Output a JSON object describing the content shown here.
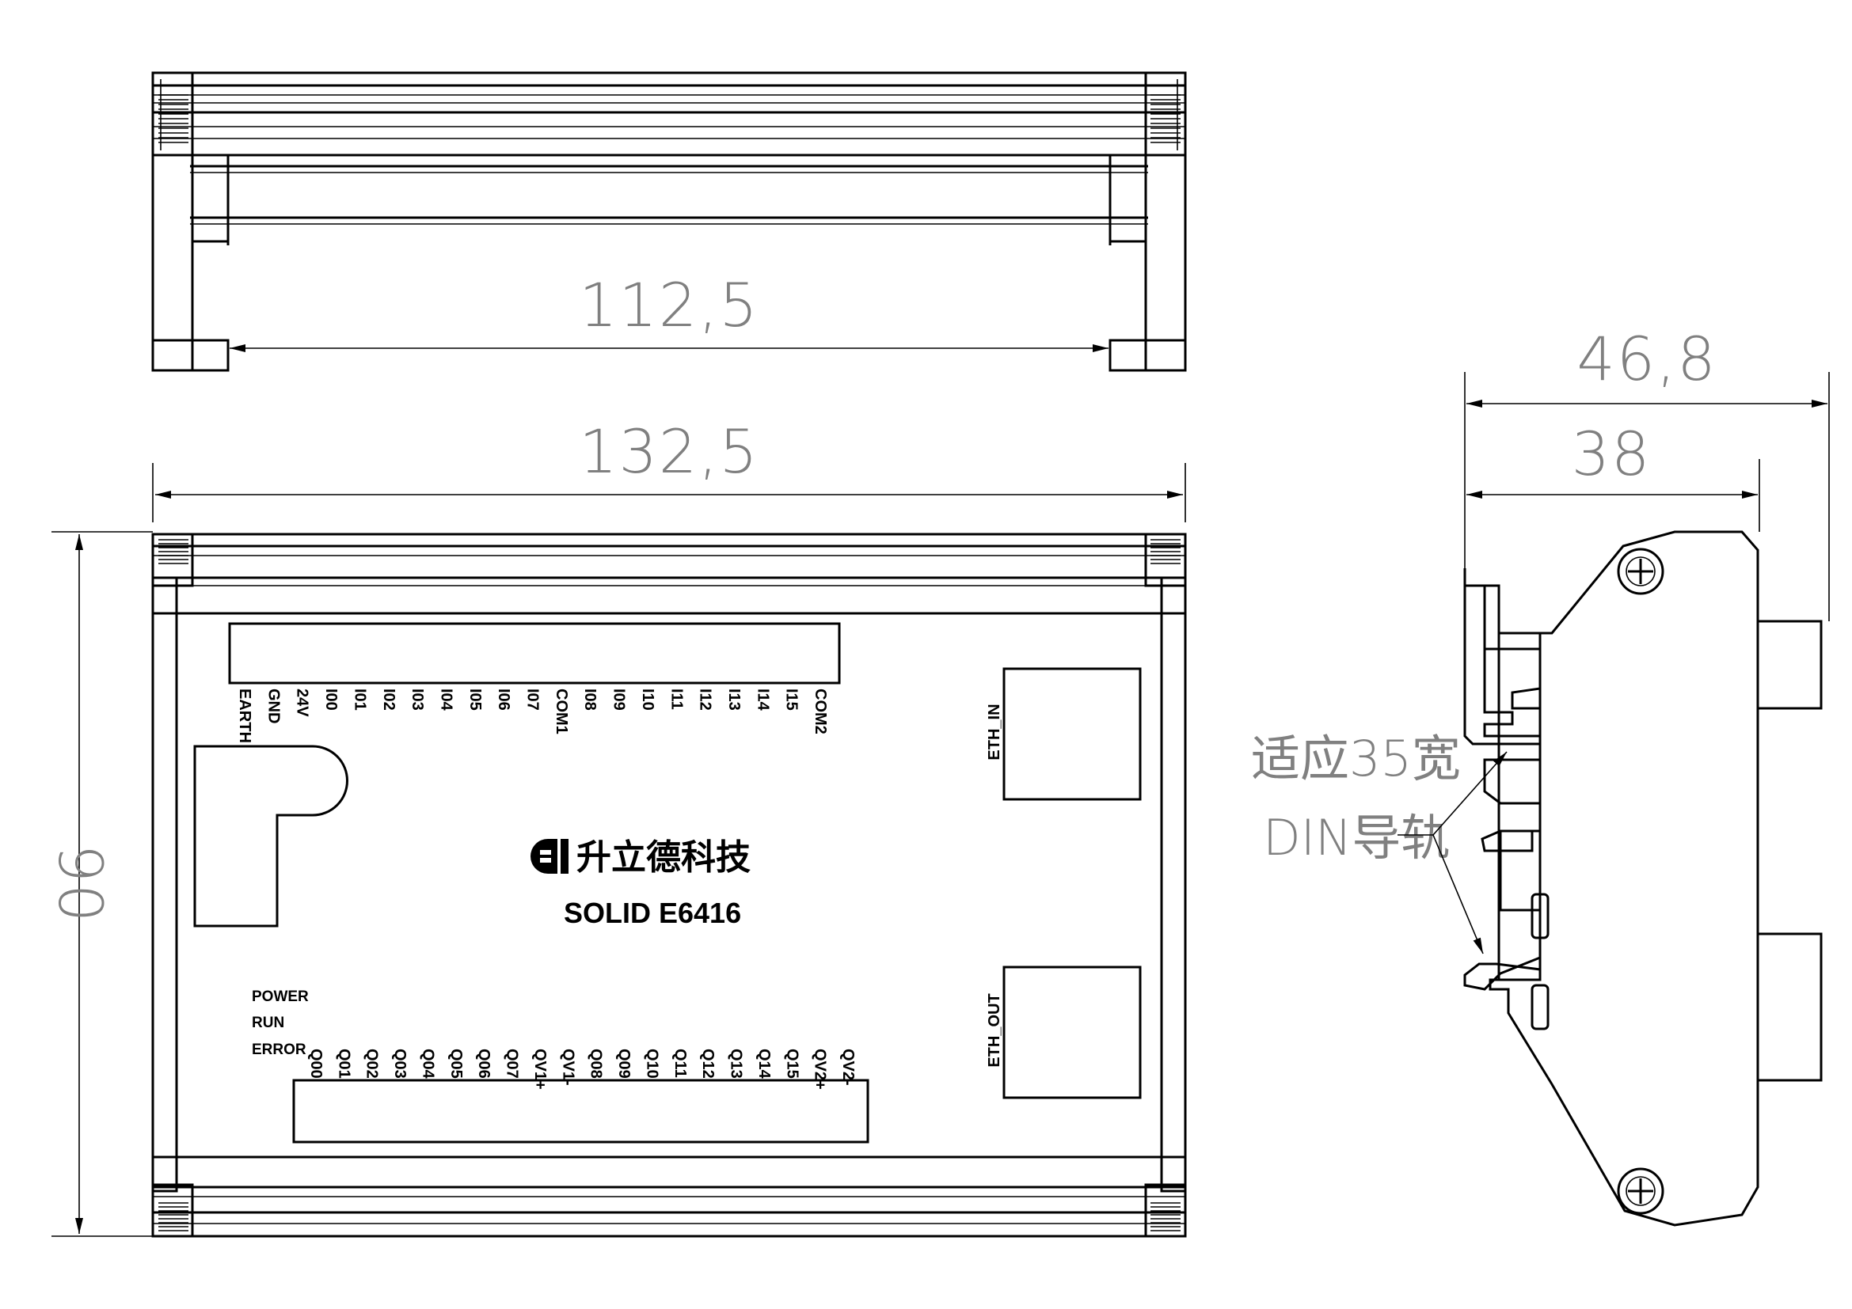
{
  "dimensions": {
    "top_inner_width": "112,5",
    "overall_width": "132,5",
    "height": "90",
    "depth_total": "46,8",
    "depth_body": "38"
  },
  "callout": {
    "line1": "适应35宽",
    "line2": "DIN导轨"
  },
  "brand": {
    "name": "升立德科技",
    "model": "SOLID E6416"
  },
  "ports": {
    "eth_in": "ETH_IN",
    "eth_out": "ETH_OUT"
  },
  "leds": [
    "POWER",
    "RUN",
    "ERROR"
  ],
  "top_terminals": [
    "EARTH",
    "GND",
    "24V",
    "I00",
    "I01",
    "I02",
    "I03",
    "I04",
    "I05",
    "I06",
    "I07",
    "COM1",
    "I08",
    "I09",
    "I10",
    "I11",
    "I12",
    "I13",
    "I14",
    "I15",
    "COM2"
  ],
  "bottom_terminals": [
    "Q00",
    "Q01",
    "Q02",
    "Q03",
    "Q04",
    "Q05",
    "Q06",
    "Q07",
    "QV1+",
    "QV1-",
    "Q08",
    "Q09",
    "Q10",
    "Q11",
    "Q12",
    "Q13",
    "Q14",
    "Q15",
    "QV2+",
    "QV2-"
  ]
}
